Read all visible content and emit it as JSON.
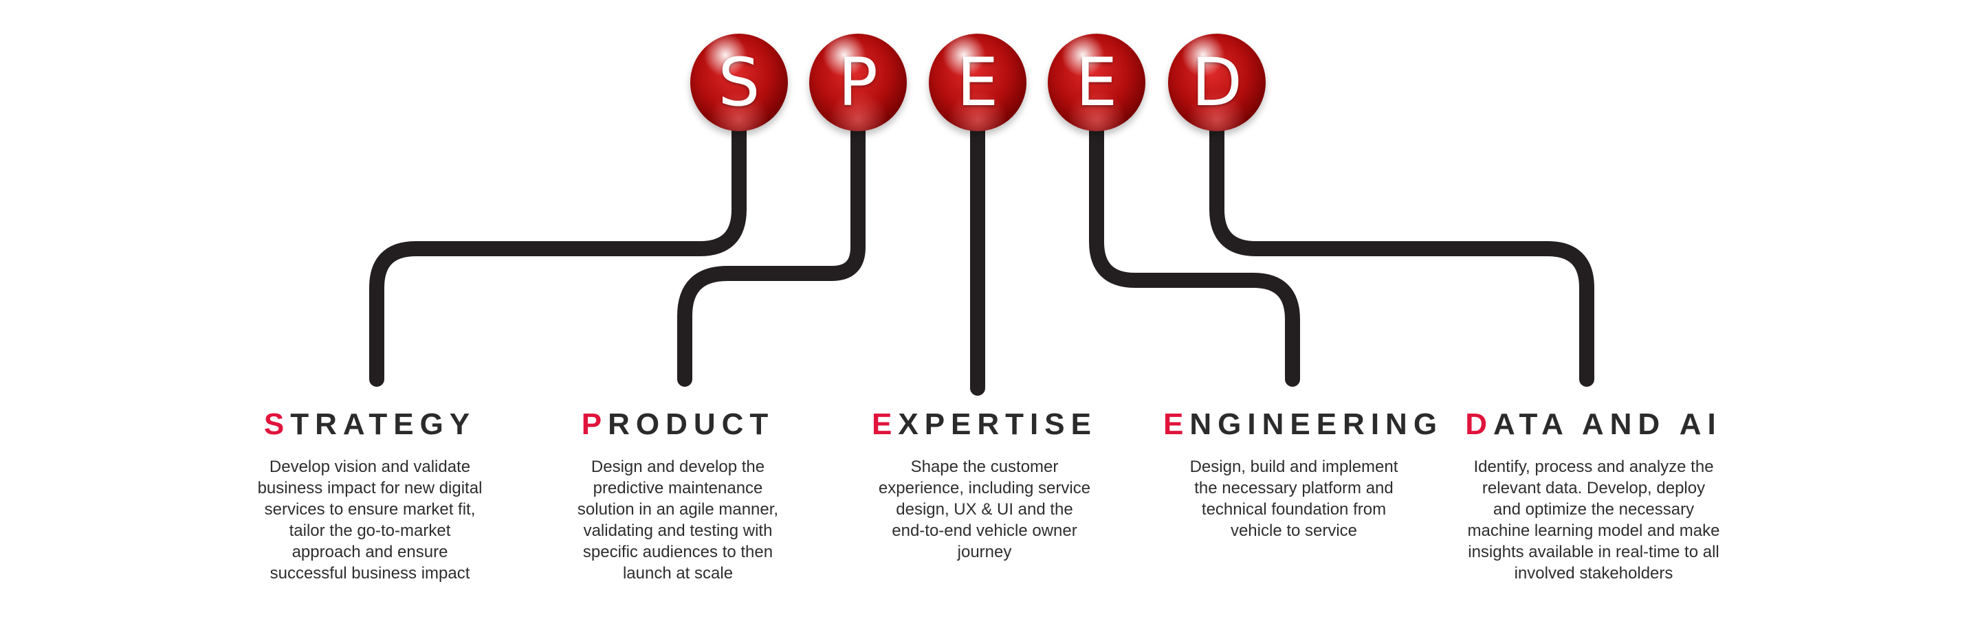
{
  "balls": [
    {
      "letter": "S"
    },
    {
      "letter": "P"
    },
    {
      "letter": "E"
    },
    {
      "letter": "E"
    },
    {
      "letter": "D"
    }
  ],
  "sections": [
    {
      "first_letter": "S",
      "rest": "TRATEGY",
      "lines": [
        "Develop vision and validate",
        "business impact for new digital",
        "services to ensure market fit,",
        "tailor the go-to-market",
        "approach and ensure",
        "successful business impact"
      ]
    },
    {
      "first_letter": "P",
      "rest": "RODUCT",
      "lines": [
        "Design and develop the",
        "predictive maintenance",
        "solution in an agile manner,",
        "validating and testing with",
        "specific audiences to then",
        "launch at scale"
      ]
    },
    {
      "first_letter": "E",
      "rest": "XPERTISE",
      "lines": [
        "Shape the customer",
        "experience, including service",
        "design, UX & UI and the",
        "end-to-end vehicle owner",
        "journey"
      ]
    },
    {
      "first_letter": "E",
      "rest": "NGINEERING",
      "lines": [
        "Design, build and implement",
        "the necessary platform and",
        "technical foundation from",
        "vehicle to service"
      ]
    },
    {
      "first_letter": "D",
      "rest": "ATA AND AI",
      "lines": [
        "Identify, process and analyze the",
        "relevant data. Develop, deploy",
        "and optimize the necessary",
        "machine learning model and make",
        "insights available in real-time to all",
        "involved stakeholders"
      ]
    }
  ],
  "colors": {
    "accent": "#e0143c",
    "connector": "#231f20",
    "ball": "#b30d0d",
    "text": "#2e2e2e"
  }
}
